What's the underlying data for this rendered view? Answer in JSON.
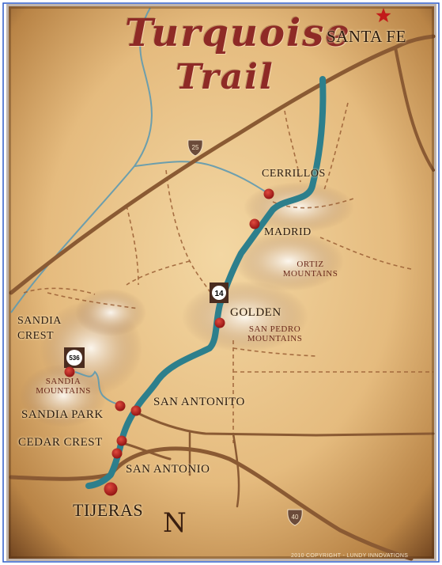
{
  "map": {
    "title_line1": "Turquoise",
    "title_line2": "Trail",
    "copyright": "2010 COPYRIGHT - LUNDY INNOVATIONS",
    "north_label": "N",
    "colors": {
      "parchment": "#e9c48c",
      "road": "#8a5a33",
      "trail": "#2d7f8c",
      "river": "#5f9ab0",
      "town_dot": "#b01b1b",
      "title": "#8e2a26",
      "frame": "#2f5cc9"
    },
    "towns": [
      {
        "label": "Santa Fe",
        "kind": "destination"
      },
      {
        "label": "Cerrillos",
        "kind": "town"
      },
      {
        "label": "Madrid",
        "kind": "town"
      },
      {
        "label": "Golden",
        "kind": "town"
      },
      {
        "label": "San Antonito",
        "kind": "town"
      },
      {
        "label": "Sandia Park",
        "kind": "town"
      },
      {
        "label": "Cedar Crest",
        "kind": "town"
      },
      {
        "label": "San Antonio",
        "kind": "town"
      },
      {
        "label": "Tijeras",
        "kind": "origin"
      },
      {
        "label": "Sandia Crest",
        "kind": "peak"
      }
    ],
    "features": [
      {
        "label": "Ortiz Mountains"
      },
      {
        "label": "San Pedro Mountains"
      },
      {
        "label": "Sandia Mountains"
      }
    ],
    "route_shields": [
      {
        "number": "25",
        "type": "interstate"
      },
      {
        "number": "14",
        "type": "state"
      },
      {
        "number": "536",
        "type": "state"
      },
      {
        "number": "40",
        "type": "interstate"
      }
    ],
    "icons": [
      "star-icon",
      "compass-north-icon"
    ]
  }
}
